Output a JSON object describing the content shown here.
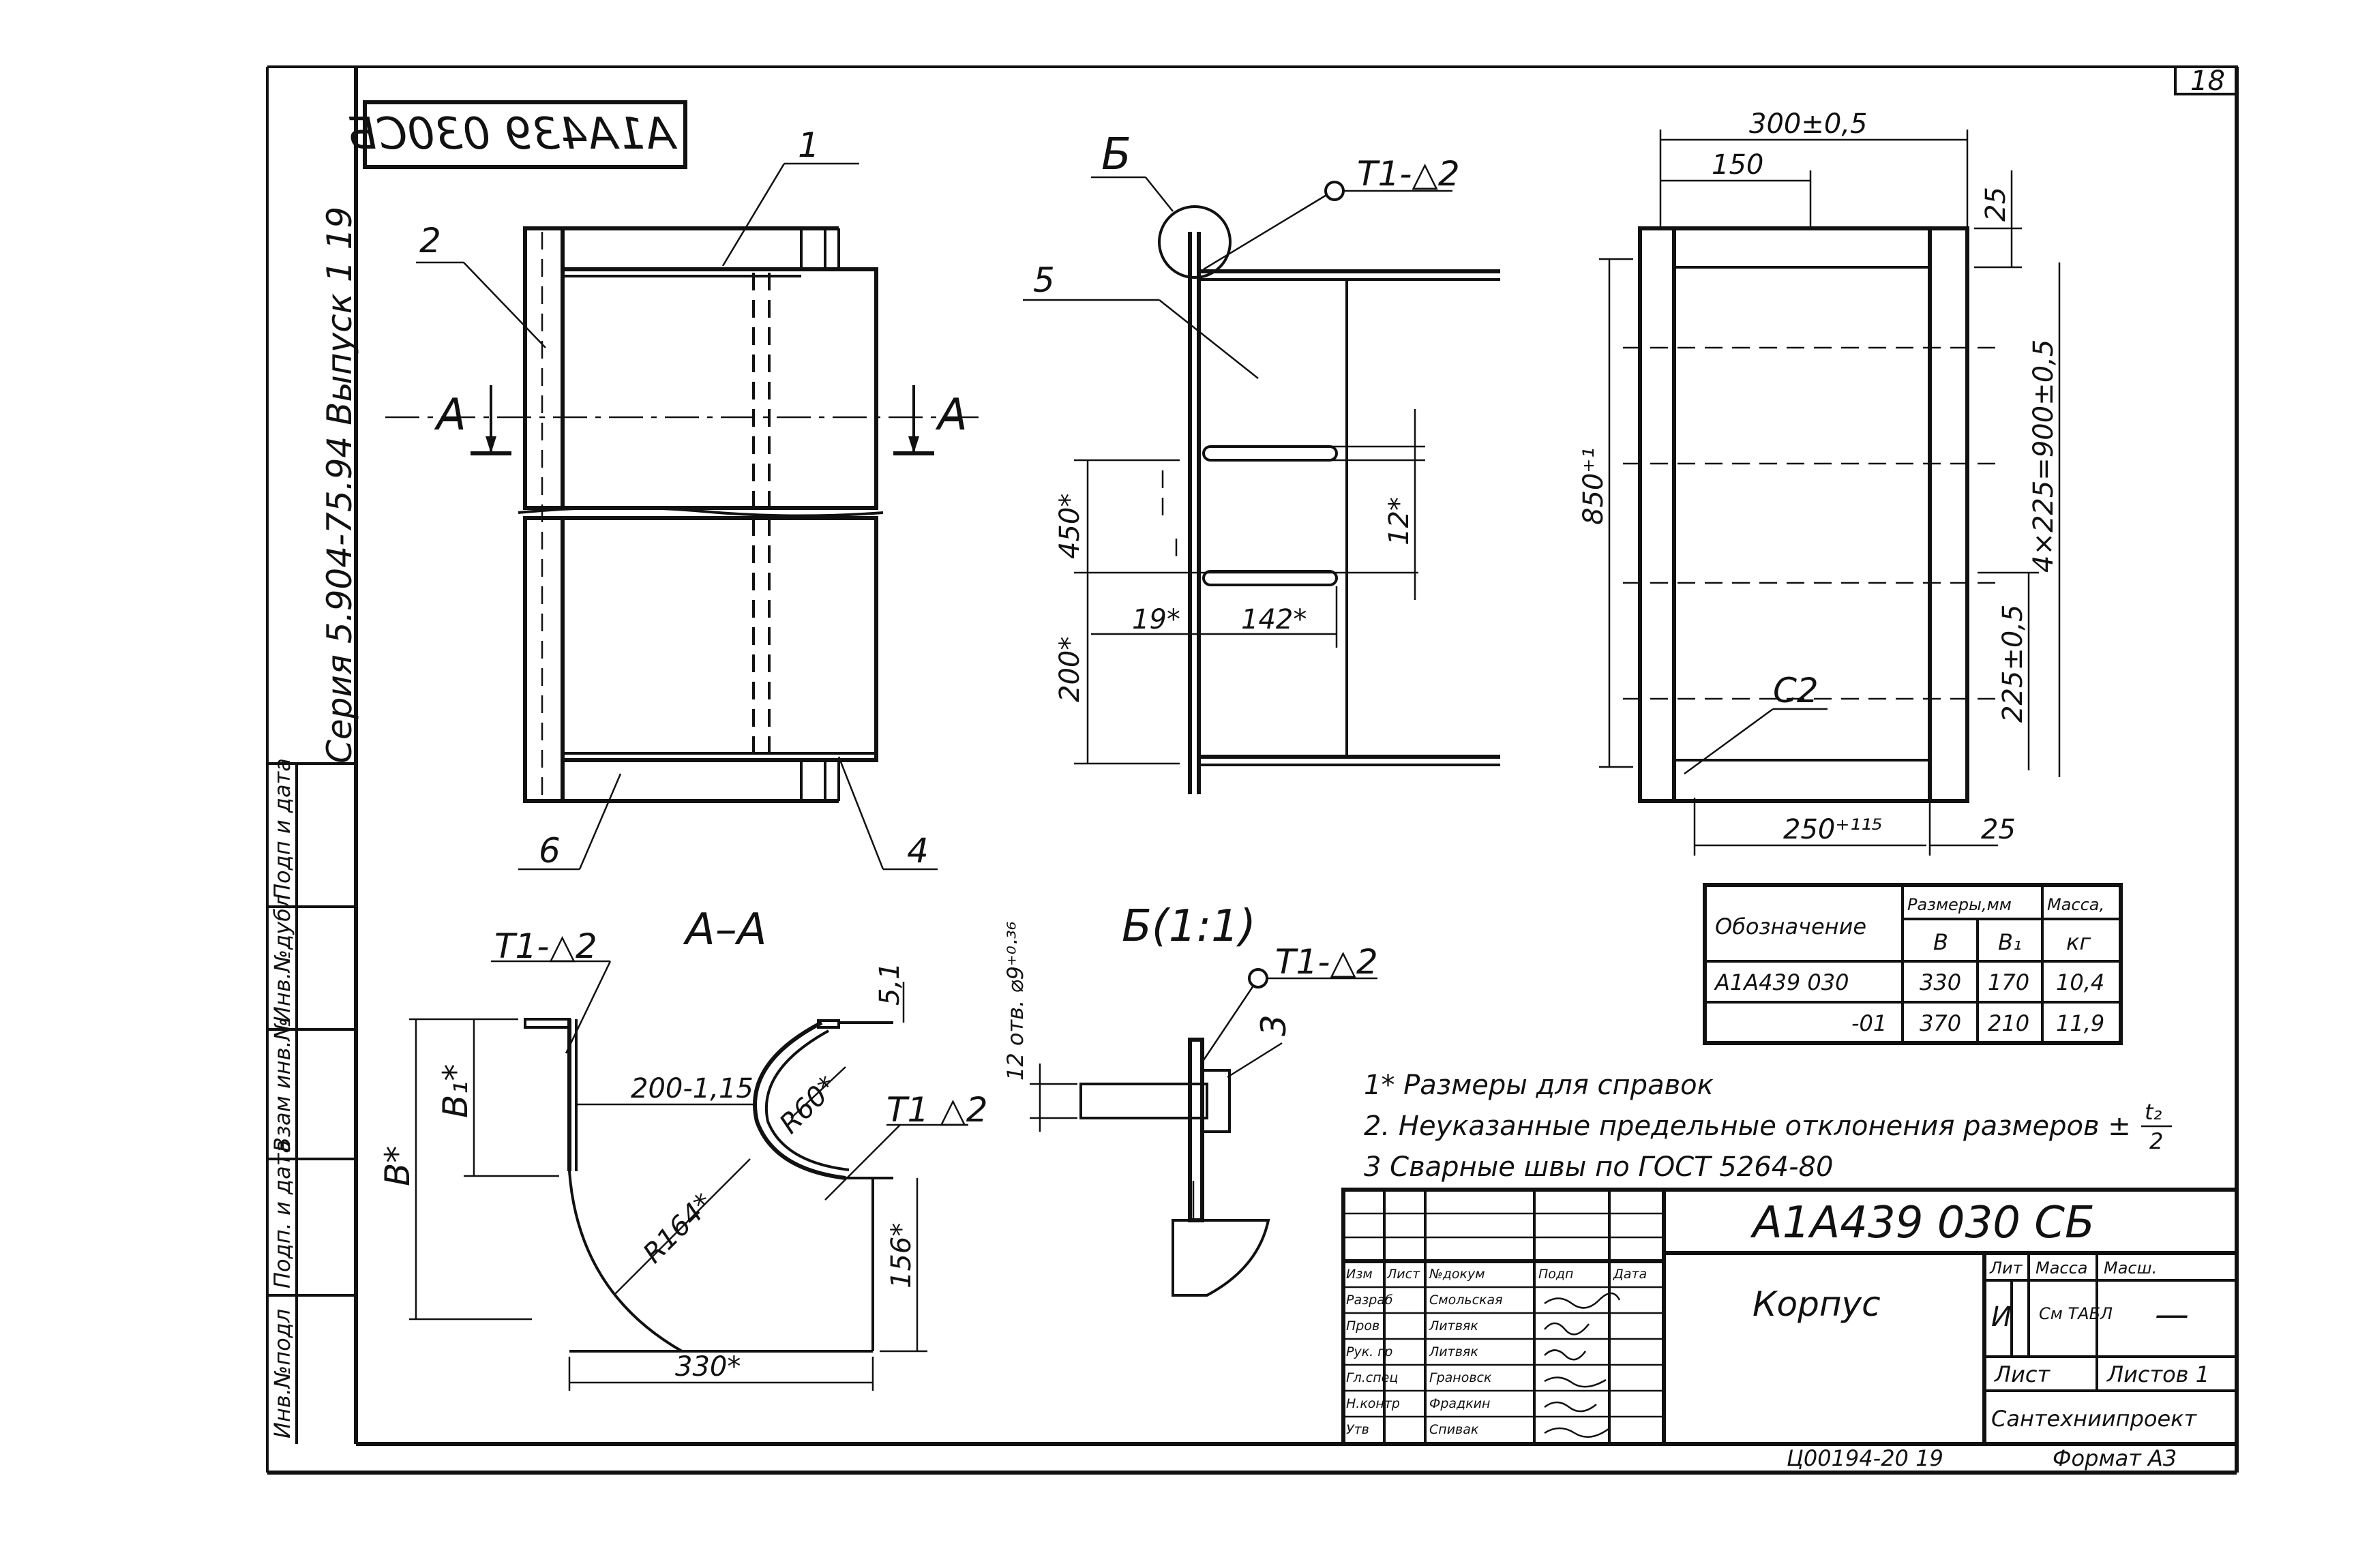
{
  "header": {
    "doc_code_mirrored": "А1А439 030СБ",
    "sheet_number": "18",
    "side_series": "Серия 5.904-75.94  Выпуск 1 19"
  },
  "left_stamp_labels": [
    "Инв.№подл",
    "Подп. и дата",
    "Взам инв.№",
    "Инв.№дубл",
    "Подп и дата"
  ],
  "view_front": {
    "callouts": [
      "1",
      "2",
      "4",
      "6"
    ],
    "section_mark": "А"
  },
  "view_side": {
    "callouts": [
      "Б",
      "5"
    ],
    "weld_label": "Т1-△2",
    "dims": [
      "450*",
      "200*",
      "19*",
      "142*",
      "12*"
    ]
  },
  "view_right": {
    "dims": [
      "300±0,5",
      "150",
      "25",
      "850⁺¹",
      "4×225=900±0,5",
      "225±0,5",
      "250⁺¹¹⁵",
      "25"
    ],
    "callout": "С2"
  },
  "section_aa": {
    "title": "А–А",
    "weld_left": "Т1-△2",
    "weld_right": "Т1 △2",
    "dims": [
      "200-1,15",
      "R60*",
      "R164*",
      "B*",
      "B₁*",
      "5,1",
      "156*",
      "330*"
    ]
  },
  "detail_b": {
    "title": "Б(1:1)",
    "weld": "Т1-△2",
    "hole_note": "12 отв. ⌀9⁺⁰·³⁶",
    "callout": "3"
  },
  "spec_table": {
    "col_designation": "Обозначение",
    "col_sizes": "Размеры,мм",
    "col_b": "B",
    "col_b1": "B₁",
    "col_mass": "Масса,",
    "col_mass_unit": "кг",
    "rows": [
      {
        "designation": "А1А439 030",
        "b": "330",
        "b1": "170",
        "mass": "10,4"
      },
      {
        "designation": "-01",
        "b": "370",
        "b1": "210",
        "mass": "11,9"
      }
    ]
  },
  "notes": [
    "1* Размеры для справок",
    "2. Неуказанные предельные отклонения размеров ±",
    "3 Сварные швы по ГОСТ 5264-80"
  ],
  "notes_fraction": {
    "num": "t₂",
    "den": "2"
  },
  "title_block": {
    "doc_code": "А1А439 030 СБ",
    "part_name": "Корпус",
    "col_labels": [
      "Изм",
      "Лист",
      "№докум",
      "Подп",
      "Дата"
    ],
    "roles": [
      {
        "role": "Разраб",
        "name": "Смольская"
      },
      {
        "role": "Пров",
        "name": "Литвяк"
      },
      {
        "role": "Рук. гр",
        "name": "Литвяк"
      },
      {
        "role": "Гл.спец",
        "name": "Грановск"
      },
      {
        "role": "Н.контр",
        "name": "Фрадкин"
      },
      {
        "role": "Утв",
        "name": "Спивак"
      }
    ],
    "lit_label": "Лит",
    "mass_label": "Масса",
    "scale_label": "Масш.",
    "lit_value": "И",
    "mass_value": "См ТАБЛ",
    "scale_value": "—",
    "sheet_label": "Лист",
    "sheets_label": "Листов 1",
    "org": "Сантехниипроект",
    "footer_code": "Ц00194-20  19",
    "format": "Формат А3"
  }
}
